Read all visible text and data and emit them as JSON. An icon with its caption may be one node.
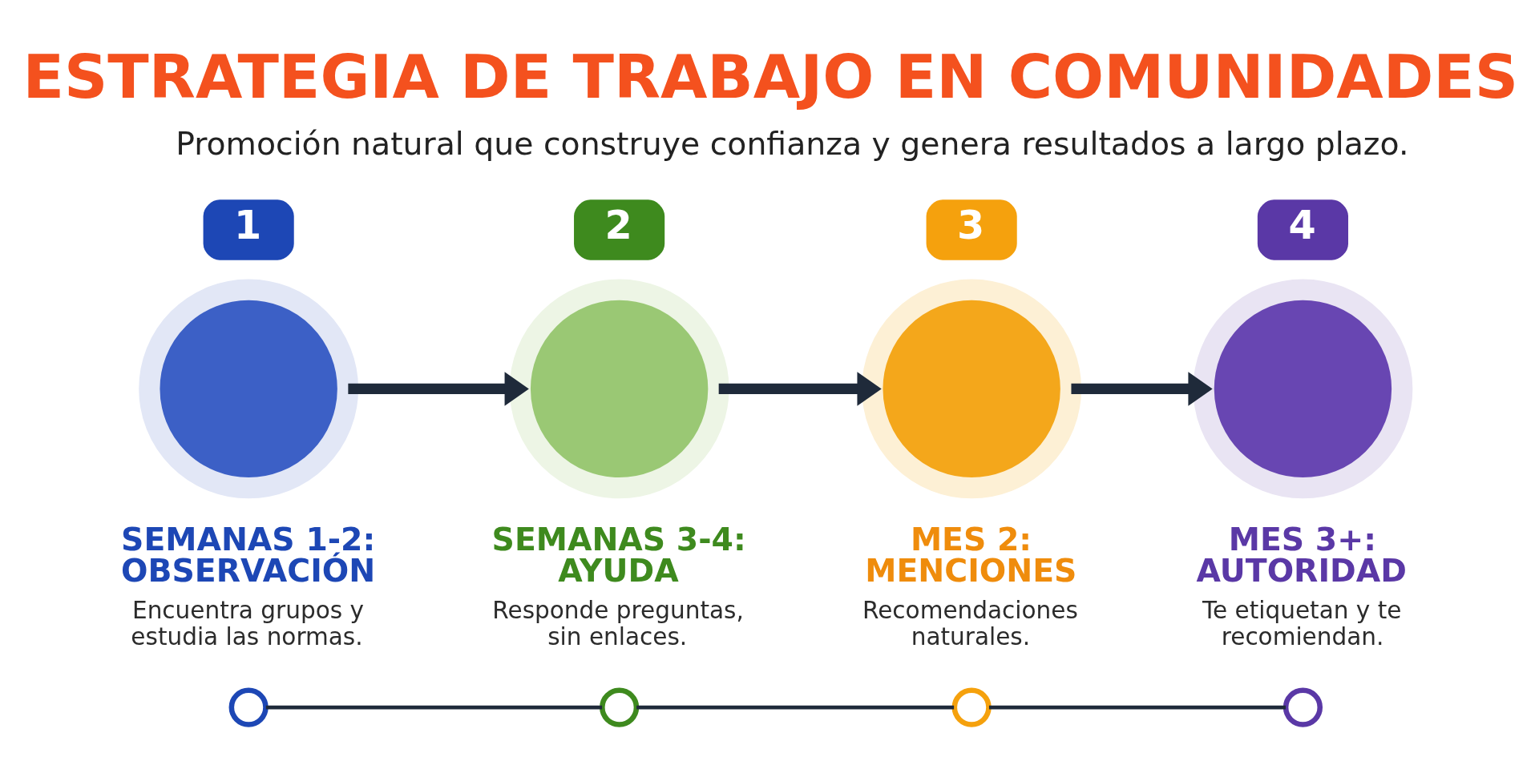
{
  "diagram": {
    "title": "ESTRATEGIA DE TRABAJO EN COMUNIDADES",
    "nodes": [
      {
        "text": [
          "1"
        ]
      },
      {
        "text": [
          "2"
        ]
      },
      {
        "text": [
          "3"
        ]
      },
      {
        "text": [
          "4"
        ]
      },
      {
        "text": [],
        "shape": "circle",
        "beside": [
          "SEMANAS 1-2: OBSERVACIÓN",
          "Encuentra grupos y estudia las normas."
        ]
      },
      {
        "text": [],
        "shape": "circle",
        "beside": [
          "SEMANAS 3-4: AYUDA",
          "Responde preguntas, sin enlaces."
        ]
      },
      {
        "text": [],
        "shape": "circle",
        "beside": [
          "MES 2: MENCIONES",
          "Recomendaciones naturales."
        ]
      },
      {
        "text": [],
        "shape": "circle",
        "beside": [
          "MES 3+: AUTORIDAD",
          "Te etiquetan y te recomiendan."
        ]
      },
      {
        "text": [],
        "shape": "circle"
      },
      {
        "text": [],
        "shape": "circle"
      },
      {
        "text": [],
        "shape": "circle"
      },
      {
        "text": [],
        "shape": "circle"
      }
    ],
    "edges": [
      {
        "from": 4,
        "to": 5,
        "arrow": "to",
        "style": "thick"
      },
      {
        "from": 5,
        "to": 6,
        "arrow": "to",
        "style": "thick"
      },
      {
        "from": 6,
        "to": 7,
        "arrow": "to",
        "style": "thick"
      },
      {
        "from": 8,
        "to": 9,
        "arrow": "none"
      },
      {
        "from": 9,
        "to": 10,
        "arrow": "none"
      },
      {
        "from": 10,
        "to": 11,
        "arrow": "none"
      }
    ],
    "labels": [
      "Promoción natural que construye confianza y genera resultados a largo plazo."
    ]
  }
}
